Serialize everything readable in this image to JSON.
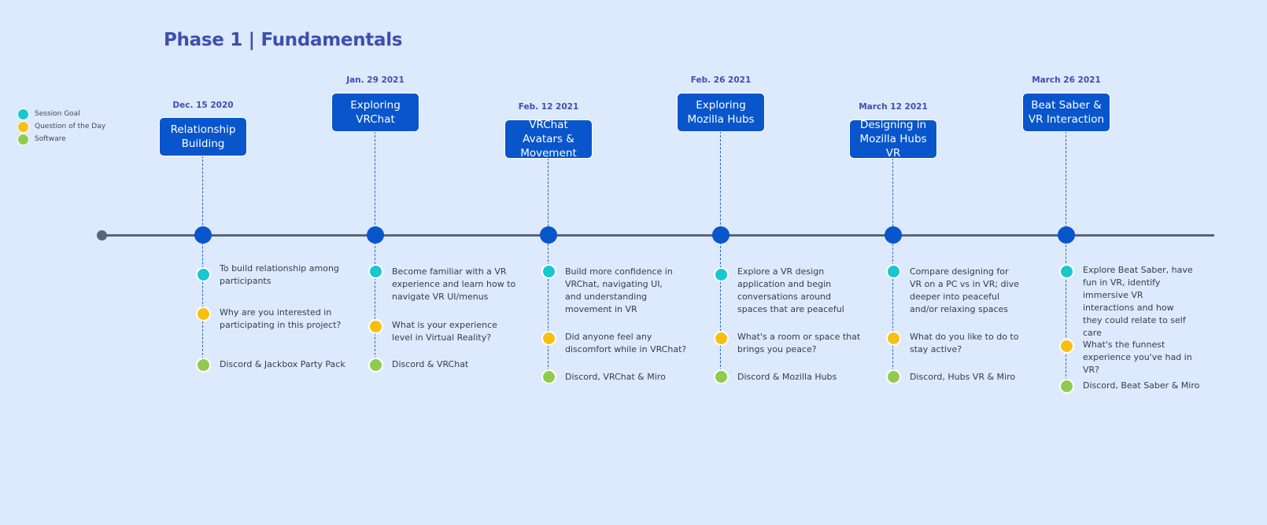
{
  "title": "Phase 1 | Fundamentals",
  "legend": [
    {
      "label": "Session Goal",
      "color": "#1ac6cf"
    },
    {
      "label": "Question of the Day",
      "color": "#f5c010"
    },
    {
      "label": "Software",
      "color": "#8ecb4e"
    }
  ],
  "colors": {
    "background": "#dde9fc",
    "title": "#3d4fae",
    "box": "#0855cc",
    "axis": "#596579"
  },
  "sessions": [
    {
      "date": "Dec. 15 2020",
      "title": "Relationship Building",
      "goal": "To build relationship among participants",
      "question": "Why are you interested in participating in this project?",
      "software": "Discord & Jackbox Party Pack"
    },
    {
      "date": "Jan. 29 2021",
      "title": "Exploring VRChat",
      "goal": "Become familiar with a VR experience and learn how to navigate VR UI/menus",
      "question": "What is your experience level in Virtual Reality?",
      "software": "Discord & VRChat"
    },
    {
      "date": "Feb. 12 2021",
      "title": "VRChat Avatars & Movement",
      "goal": "Build more confidence in VRChat, navigating UI, and understanding movement in VR",
      "question": "Did anyone feel any discomfort while in VRChat?",
      "software": "Discord, VRChat & Miro"
    },
    {
      "date": "Feb. 26 2021",
      "title": "Exploring Mozilla Hubs",
      "goal": "Explore a VR design application and begin conversations around spaces that are peaceful",
      "question": "What's a room or space that brings you peace?",
      "software": "Discord & Mozilla Hubs"
    },
    {
      "date": "March 12 2021",
      "title": "Designing in Mozilla Hubs VR",
      "goal": "Compare designing for VR on a PC vs in VR; dive deeper into peaceful and/or relaxing spaces",
      "question": "What do you like to do to stay active?",
      "software": "Discord, Hubs VR & Miro"
    },
    {
      "date": "March 26 2021",
      "title": "Beat Saber & VR Interaction",
      "goal": "Explore Beat Saber, have fun in VR, identify immersive VR interactions and how they could relate to self care",
      "question": "What's the funnest experience you've had in VR?",
      "software": "Discord, Beat Saber & Miro"
    }
  ]
}
